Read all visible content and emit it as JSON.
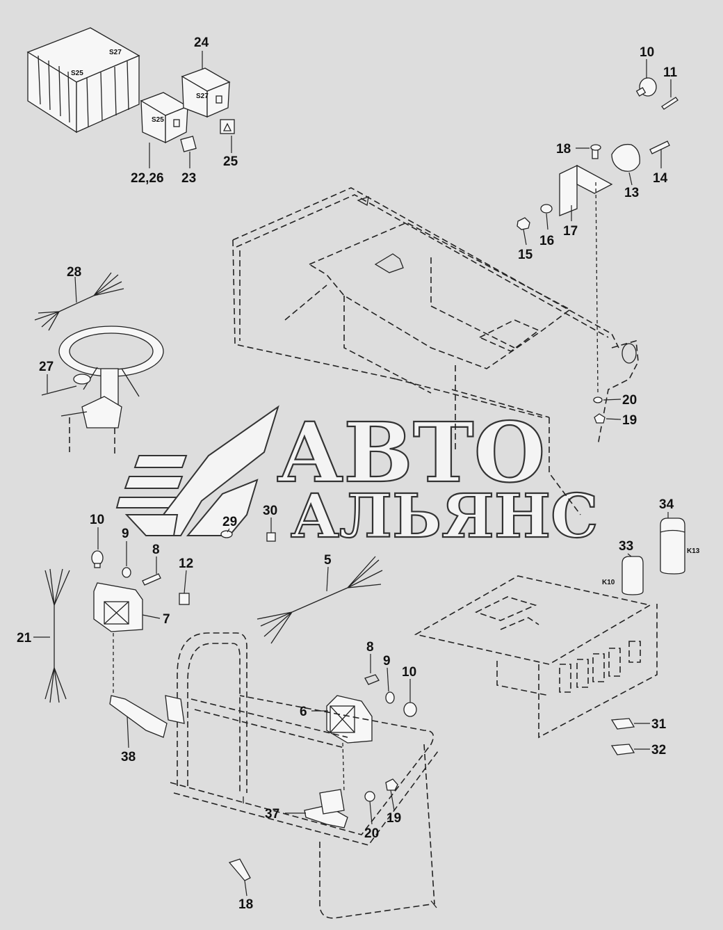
{
  "watermark": {
    "line1": "АВТО",
    "line2": "АЛЬЯНС"
  },
  "component_tags": [
    "S25",
    "S27",
    "S25",
    "S27",
    "K10",
    "K13"
  ],
  "callouts": [
    "24",
    "10",
    "11",
    "18",
    "14",
    "13",
    "17",
    "16",
    "15",
    "22,26",
    "23",
    "25",
    "28",
    "27",
    "20",
    "19",
    "34",
    "33",
    "10",
    "9",
    "8",
    "12",
    "29",
    "30",
    "5",
    "7",
    "21",
    "38",
    "6",
    "8",
    "9",
    "10",
    "31",
    "32",
    "37",
    "20",
    "19",
    "18"
  ],
  "colors": {
    "background": "#dddddd",
    "line": "#222222",
    "watermark_fill": "#f4f4f4"
  }
}
